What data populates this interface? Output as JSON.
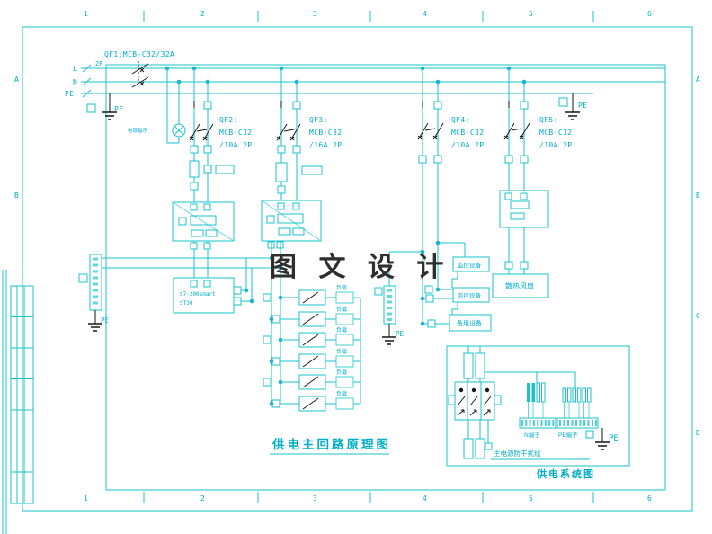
{
  "zones": {
    "top": [
      "1",
      "2",
      "3",
      "4",
      "5",
      "6"
    ],
    "bottom": [
      "1",
      "2",
      "3",
      "4",
      "5",
      "6"
    ],
    "left": [
      "A",
      "B"
    ],
    "right": [
      "A",
      "B",
      "C",
      "D"
    ]
  },
  "bus": {
    "l_label": "L",
    "n_label": "N",
    "pe_label": "PE",
    "pole_label": "2P",
    "qf1_label": "QF1:MCB-C32/32A"
  },
  "pe_tag": "PE",
  "indicator_label": "电源指示",
  "breakers": [
    {
      "name": "QF2:",
      "model": "MCB-C32",
      "rating": "/10A 2P"
    },
    {
      "name": "QF3:",
      "model": "MCB-C32",
      "rating": "/16A 2P"
    },
    {
      "name": "QF4:",
      "model": "MCB-C32",
      "rating": "/10A 2P"
    },
    {
      "name": "QF5:",
      "model": "MCB-C32",
      "rating": "/10A 2P"
    }
  ],
  "plc": {
    "line1": "S7-200smart",
    "line2": "ST30"
  },
  "load_label": "负载",
  "devices": {
    "box1": "监控设备",
    "box2": "监控设备",
    "box3": "备用设备",
    "fan_box": "散热风扇"
  },
  "watermark": "图 文 设 计",
  "main_title": "供电主回路原理图",
  "inset": {
    "note": "主电源防干扰线",
    "title": "供电系统图",
    "n_terminal": "N端子",
    "pe_terminal": "PE端子",
    "pe_tag": "PE"
  },
  "colors": {
    "line_cyan": "#19c3cd",
    "text_cyan": "#00aec6",
    "black": "#161616",
    "watermark": "#2e2e2e"
  }
}
